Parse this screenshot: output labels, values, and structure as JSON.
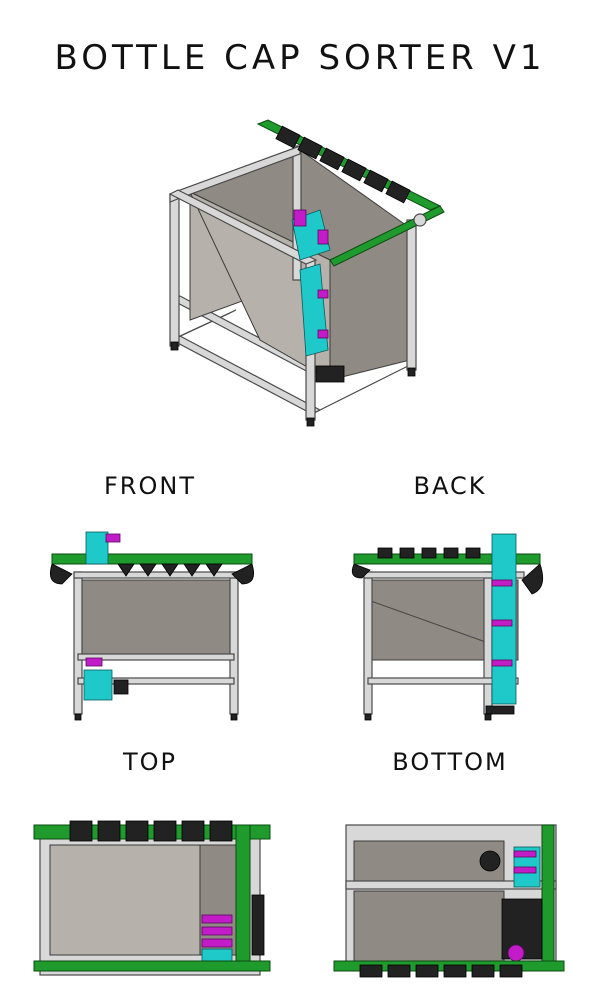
{
  "title": "BOTTLE CAP SORTER V1",
  "views": {
    "front": "FRONT",
    "back": "BACK",
    "top": "TOP",
    "bottom": "BOTTOM"
  },
  "colors": {
    "frame": "#d8d8d8",
    "panel": "#8f8a83",
    "accent_green": "#1f9b2e",
    "accent_cyan": "#1fc9c9",
    "accent_magenta": "#c21cc8",
    "hardware_black": "#222222"
  }
}
